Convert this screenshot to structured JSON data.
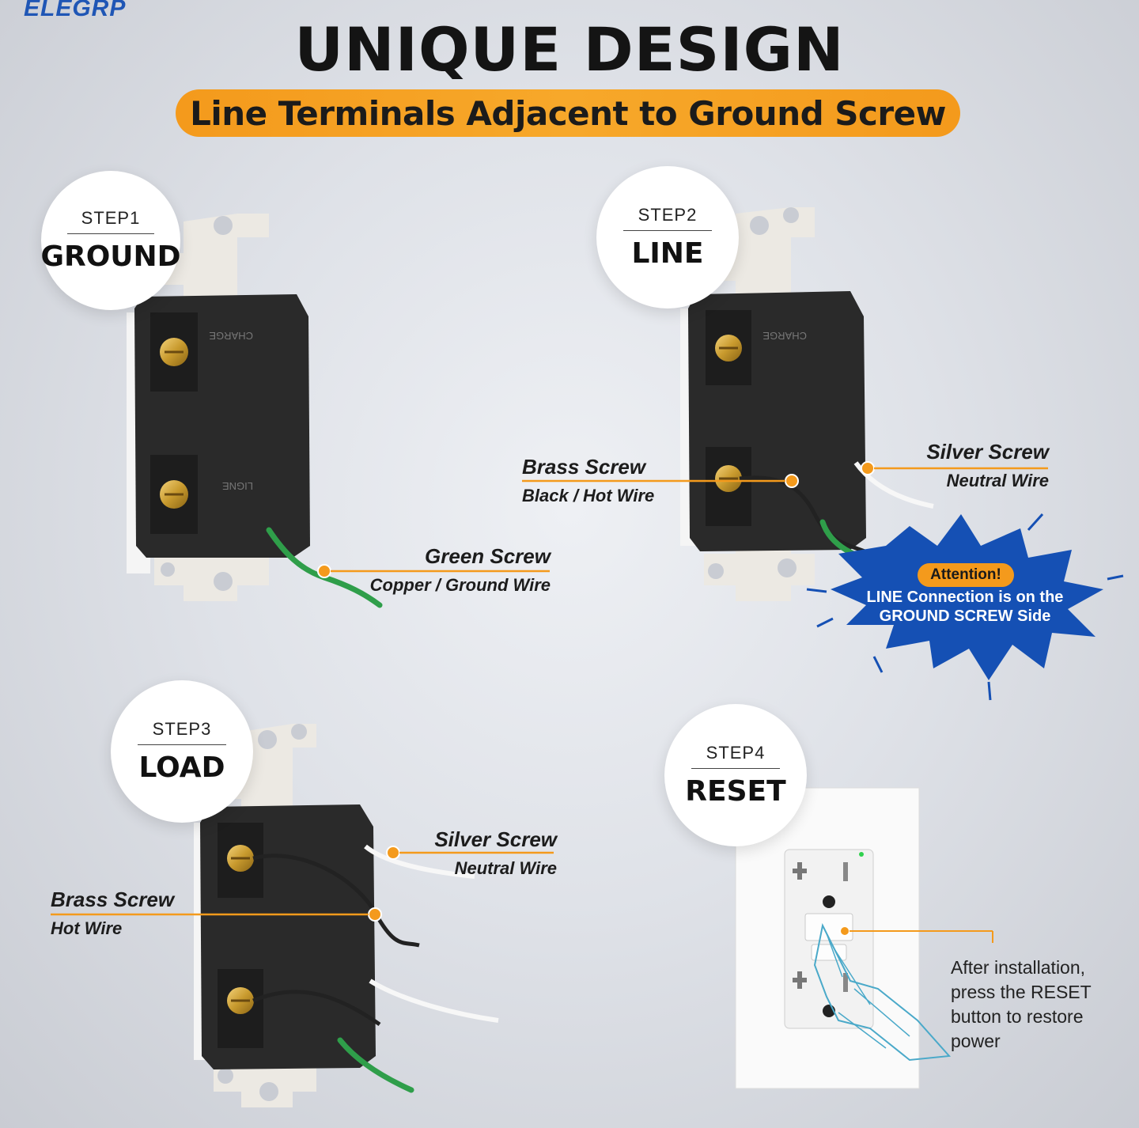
{
  "brand": "ELEGRP",
  "title": "UNIQUE DESIGN",
  "subtitle": "Line Terminals Adjacent to Ground Screw",
  "steps": [
    {
      "number": "STEP1",
      "name": "GROUND"
    },
    {
      "number": "STEP2",
      "name": "LINE"
    },
    {
      "number": "STEP3",
      "name": "LOAD"
    },
    {
      "number": "STEP4",
      "name": "RESET"
    }
  ],
  "step1": {
    "label_title": "Green Screw",
    "label_sub": "Copper / Ground Wire"
  },
  "step2": {
    "brass_title": "Brass Screw",
    "brass_sub": "Black / Hot Wire",
    "silver_title": "Silver Screw",
    "silver_sub": "Neutral Wire",
    "attention_title": "Attention!",
    "attention_line1": "LINE Connection is on the",
    "attention_line2": "GROUND SCREW Side"
  },
  "step3": {
    "silver_title": "Silver Screw",
    "silver_sub": "Neutral Wire",
    "brass_title": "Brass Screw",
    "brass_sub": "Hot Wire"
  },
  "step4": {
    "line1": "After installation,",
    "line2": "press the RESET",
    "line3": "button to restore",
    "line4": "power"
  },
  "colors": {
    "accent": "#f49a1c",
    "brand": "#1f56b5",
    "splash": "#1550b4",
    "receptacle_body": "#2a2a2a",
    "green_wire": "#2f9e4a"
  }
}
